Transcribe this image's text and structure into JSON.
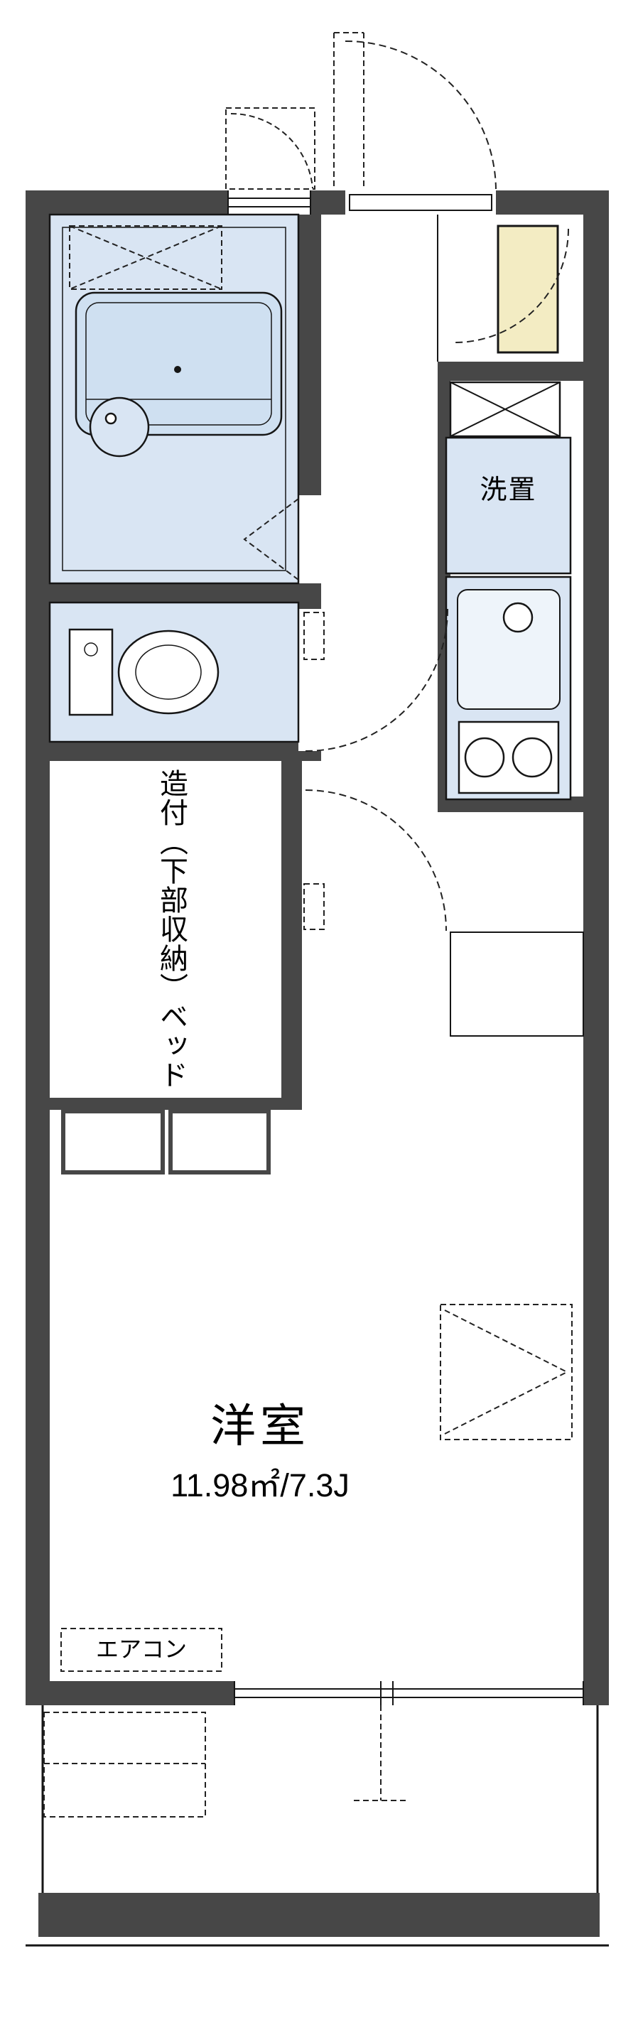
{
  "floorplan": {
    "labels": {
      "laundry": "洗置",
      "built_in_bed": "造付（下部収納）ベッド",
      "main_room_name": "洋室",
      "main_room_size": "11.98㎡/7.3J",
      "air_conditioner": "エアコン"
    },
    "colors": {
      "wall": "#474747",
      "wet_area_fill": "#d9e5f3",
      "entrance_cabinet_fill": "#f3ecc3",
      "line": "#161616",
      "background": "#ffffff"
    }
  }
}
